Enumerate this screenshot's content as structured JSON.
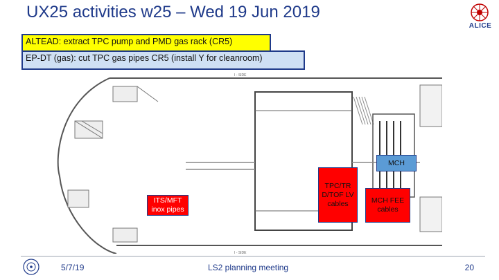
{
  "slide": {
    "title": "UX25 activities w25 – Wed 19 Jun 2019",
    "logo_text": "ALICE"
  },
  "notes": {
    "altead": "ALTEAD: extract TPC pump and PMD gas rack (CR5)",
    "epdt": "EP-DT (gas): cut TPC gas pipes CR5 (install Y for cleanroom)"
  },
  "drawing": {
    "labels": {
      "mch": "MCH",
      "its_mft": "ITS/MFT inox pipes",
      "tpc": "TPC/TR D/TOF LV cables",
      "mch_fee": "MCH FEE cables"
    }
  },
  "footer": {
    "date": "5/7/19",
    "meeting": "LS2 planning meeting",
    "page": "20"
  },
  "colors": {
    "title": "#1f3a8a",
    "highlight_yellow": "#ffff00",
    "highlight_blue": "#cfe0f4",
    "box_red": "#ff0000",
    "box_blue": "#5b9bd5"
  }
}
